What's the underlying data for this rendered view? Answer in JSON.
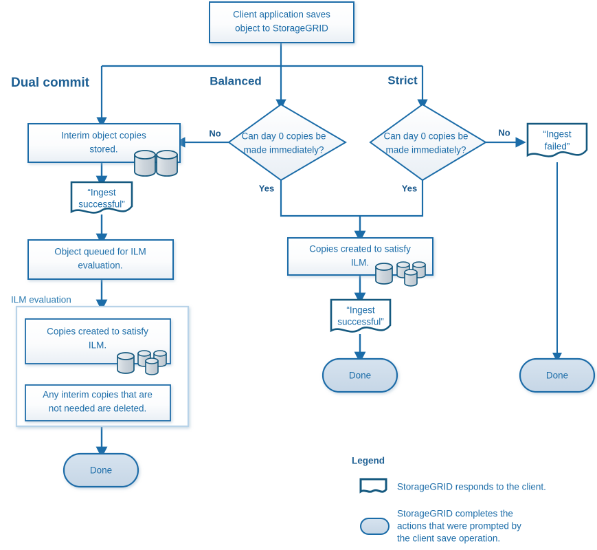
{
  "diagram": {
    "title_node": {
      "text_lines": [
        "Client application saves",
        "object to StorageGRID"
      ]
    },
    "branches": [
      {
        "key": "dual_commit",
        "label": "Dual commit"
      },
      {
        "key": "balanced",
        "label": "Balanced"
      },
      {
        "key": "strict",
        "label": "Strict"
      }
    ],
    "decision_balanced": {
      "text_lines": [
        "Can  day 0 copies be",
        "made immediately?"
      ]
    },
    "decision_strict": {
      "text_lines": [
        "Can  day 0 copies be",
        "made immediately?"
      ]
    },
    "edge_labels": {
      "no_balanced": "No",
      "yes_balanced": "Yes",
      "no_strict": "No",
      "yes_strict": "Yes"
    },
    "nodes": {
      "interim_copies": {
        "text_lines": [
          "Interim object copies",
          "stored."
        ]
      },
      "ingest_successful_left": {
        "text_lines": [
          "“Ingest",
          "successful”"
        ]
      },
      "object_queued": {
        "text_lines": [
          "Object queued for ILM",
          "evaluation."
        ]
      },
      "ilm_group_label": "ILM evaluation",
      "copies_created_left": {
        "text_lines": [
          "Copies created to satisfy",
          "ILM."
        ]
      },
      "interim_deleted": {
        "text_lines": [
          "Any interim copies that are",
          "not needed are deleted."
        ]
      },
      "done_left": {
        "text": "Done"
      },
      "copies_created_mid": {
        "text_lines": [
          "Copies created to satisfy",
          "ILM."
        ]
      },
      "ingest_successful_mid": {
        "text_lines": [
          "“Ingest",
          "successful”"
        ]
      },
      "done_mid": {
        "text": "Done"
      },
      "ingest_failed": {
        "text_lines": [
          "“Ingest",
          "failed”"
        ]
      },
      "done_right": {
        "text": "Done"
      }
    },
    "legend": {
      "title": "Legend",
      "items": [
        {
          "shape": "document-shape-icon",
          "text_lines": [
            "StorageGRID responds to the client."
          ]
        },
        {
          "shape": "rounded-terminator-icon",
          "text_lines": [
            "StorageGRID completes the",
            "actions that were prompted by",
            "the client save operation."
          ]
        }
      ]
    },
    "colors": {
      "stroke": "#1b6ca8",
      "stroke_dark": "#15597f",
      "text": "#1b6ca8",
      "label": "#1d5f93",
      "box_fill_top": "#ffffff",
      "box_fill_bottom": "#eef2f6",
      "terminator_fill": "#cedded",
      "group_border": "#b8d3e8",
      "cylinder_fill": "#ccd4da",
      "background": "#ffffff"
    }
  }
}
